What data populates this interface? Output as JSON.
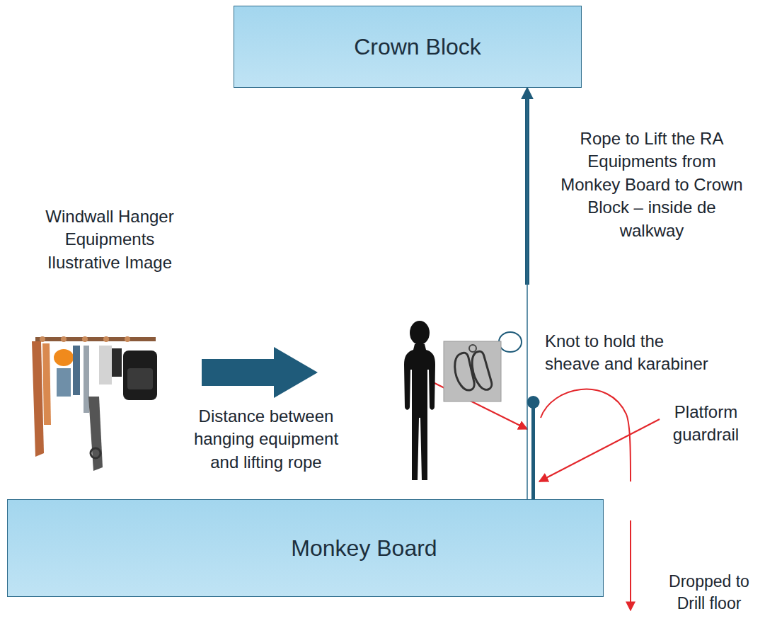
{
  "diagram": {
    "nodes": [
      {
        "text": [
          "Crown Block"
        ]
      },
      {
        "text": [
          "Monkey Board"
        ]
      }
    ],
    "edges": [
      {
        "from": 1,
        "to": 0,
        "arrow": "to",
        "label": "Rope to Lift the RA Equipments from Monkey Board to Crown Block – inside de walkway"
      }
    ],
    "labels": [
      "Windwall Hanger Equipments Ilustrative Image",
      "Distance between hanging equipment and lifting rope",
      "Knot to hold the sheave and karabiner",
      "Platform guardrail",
      "Dropped to Drill floor"
    ]
  }
}
